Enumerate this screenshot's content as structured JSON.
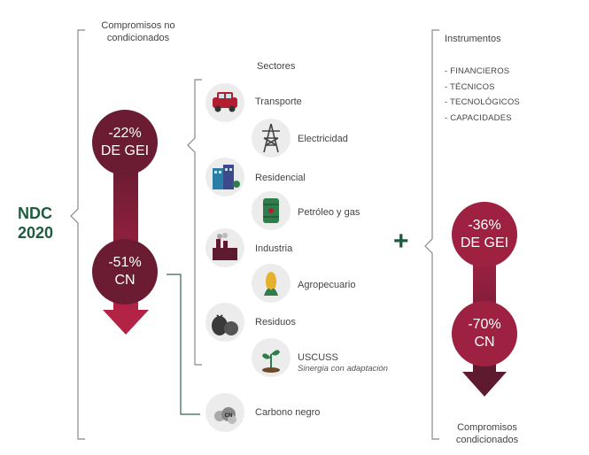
{
  "left": {
    "header": [
      "Compromisos no",
      "condicionados"
    ],
    "ndc": [
      "NDC",
      "2020"
    ],
    "circle1": [
      "-22%",
      "DE GEI"
    ],
    "circle2": [
      "-51%",
      "CN"
    ]
  },
  "sectors": {
    "title": "Sectores",
    "items": [
      {
        "label": "Transporte",
        "icon": "car-icon"
      },
      {
        "label": "Electricidad",
        "icon": "power-tower-icon"
      },
      {
        "label": "Residencial",
        "icon": "building-icon"
      },
      {
        "label": "Petróleo y gas",
        "icon": "oil-barrel-icon"
      },
      {
        "label": "Industria",
        "icon": "factory-icon"
      },
      {
        "label": "Agropecuario",
        "icon": "corn-icon"
      },
      {
        "label": "Residuos",
        "icon": "garbage-bags-icon"
      },
      {
        "label": "USCUSS",
        "sub": "Sinergia con adaptación",
        "icon": "sprout-icon"
      },
      {
        "label": "Carbono negro",
        "icon": "black-carbon-icon"
      }
    ]
  },
  "plus": "+",
  "right": {
    "title": "Instrumentos",
    "instruments": [
      "- FINANCIEROS",
      "- TÉCNICOS",
      "- TECNOLÓGICOS",
      "- CAPACIDADES"
    ],
    "circle1": [
      "-36%",
      "DE GEI"
    ],
    "circle2": [
      "-70%",
      "CN"
    ],
    "footer": [
      "Compromisos",
      "condicionados"
    ]
  },
  "colors": {
    "dark": "#6b1c33",
    "light": "#9e2142",
    "green": "#1d5c3f",
    "bracket": "#888888"
  }
}
